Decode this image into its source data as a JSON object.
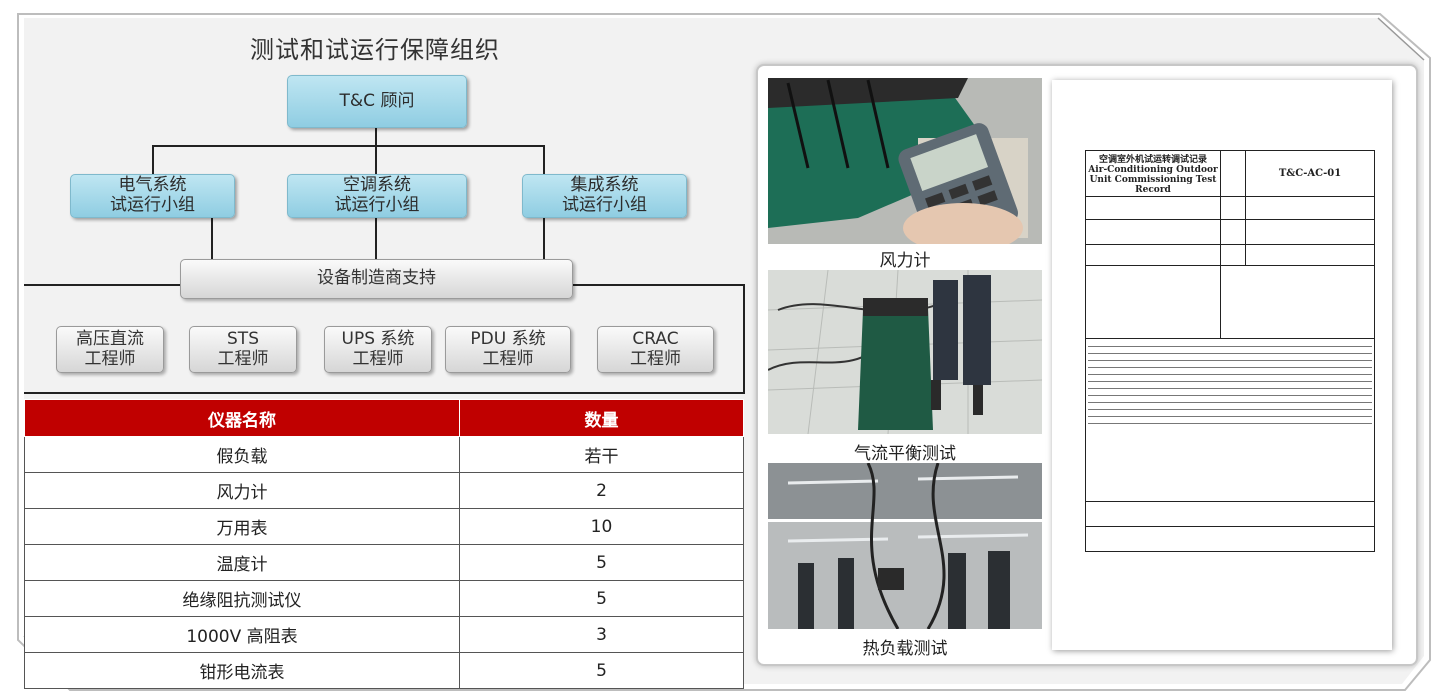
{
  "title": "测试和试运行保障组织",
  "org": {
    "top": "T&C 顾问",
    "groups": [
      {
        "line1": "电气系统",
        "line2": "试运行小组"
      },
      {
        "line1": "空调系统",
        "line2": "试运行小组"
      },
      {
        "line1": "集成系统",
        "line2": "试运行小组"
      }
    ],
    "vendor": "设备制造商支持",
    "engineers": [
      {
        "line1": "高压直流",
        "line2": "工程师"
      },
      {
        "line1": "STS",
        "line2": "工程师"
      },
      {
        "line1": "UPS 系统",
        "line2": "工程师"
      },
      {
        "line1": "PDU 系统",
        "line2": "工程师"
      },
      {
        "line1": "CRAC",
        "line2": "工程师"
      }
    ]
  },
  "table": {
    "headers": [
      "仪器名称",
      "数量"
    ],
    "rows": [
      [
        "假负载",
        "若干"
      ],
      [
        "风力计",
        "2"
      ],
      [
        "万用表",
        "10"
      ],
      [
        "温度计",
        "5"
      ],
      [
        "绝缘阻抗测试仪",
        "5"
      ],
      [
        "1000V 高阻表",
        "3"
      ],
      [
        "钳形电流表",
        "5"
      ]
    ]
  },
  "photos": {
    "captions": [
      "风力计",
      "气流平衡测试",
      "热负载测试"
    ]
  },
  "document": {
    "title_cn": "空调室外机试运转调试记录",
    "title_en": "Air-Conditioning Outdoor Unit Commissioning Test Record",
    "code": "T&C-AC-01"
  },
  "colors": {
    "header_red": "#c00000",
    "box_blue": "#9fd6e8",
    "box_grey": "#e6e6e6"
  }
}
